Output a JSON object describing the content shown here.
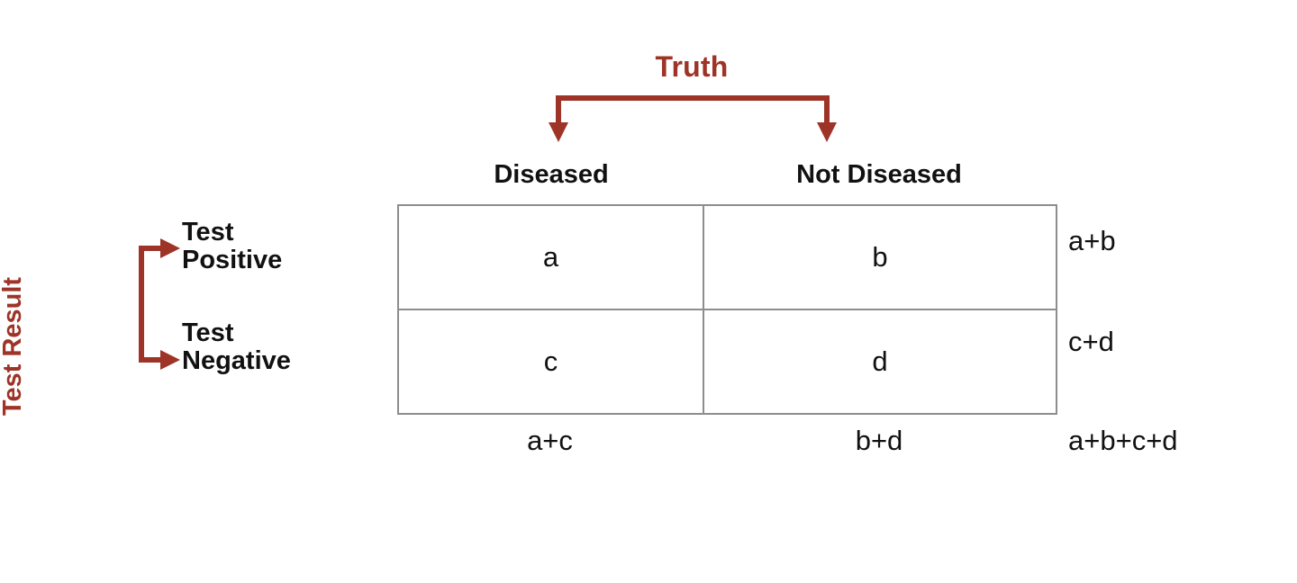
{
  "diagram": {
    "type": "confusion-matrix",
    "accent_color": "#9d3427",
    "text_color": "#111111",
    "border_color": "#8d8d8d",
    "background_color": "#ffffff",
    "top_axis": {
      "title": "Truth",
      "bracket_icon": "down-split-arrow-icon",
      "categories": [
        "Diseased",
        "Not Diseased"
      ]
    },
    "left_axis": {
      "title": "Test Result",
      "bracket_icon": "right-split-arrow-icon",
      "categories": [
        "Test Positive",
        "Test Negative"
      ]
    },
    "rows": [
      {
        "label_line1": "Test",
        "label_line2": "Positive",
        "cells": [
          "a",
          "b"
        ],
        "total": "a+b"
      },
      {
        "label_line1": "Test",
        "label_line2": "Negative",
        "cells": [
          "c",
          "d"
        ],
        "total": "c+d"
      }
    ],
    "column_totals": [
      "a+c",
      "b+d"
    ],
    "grand_total": "a+b+c+d"
  }
}
